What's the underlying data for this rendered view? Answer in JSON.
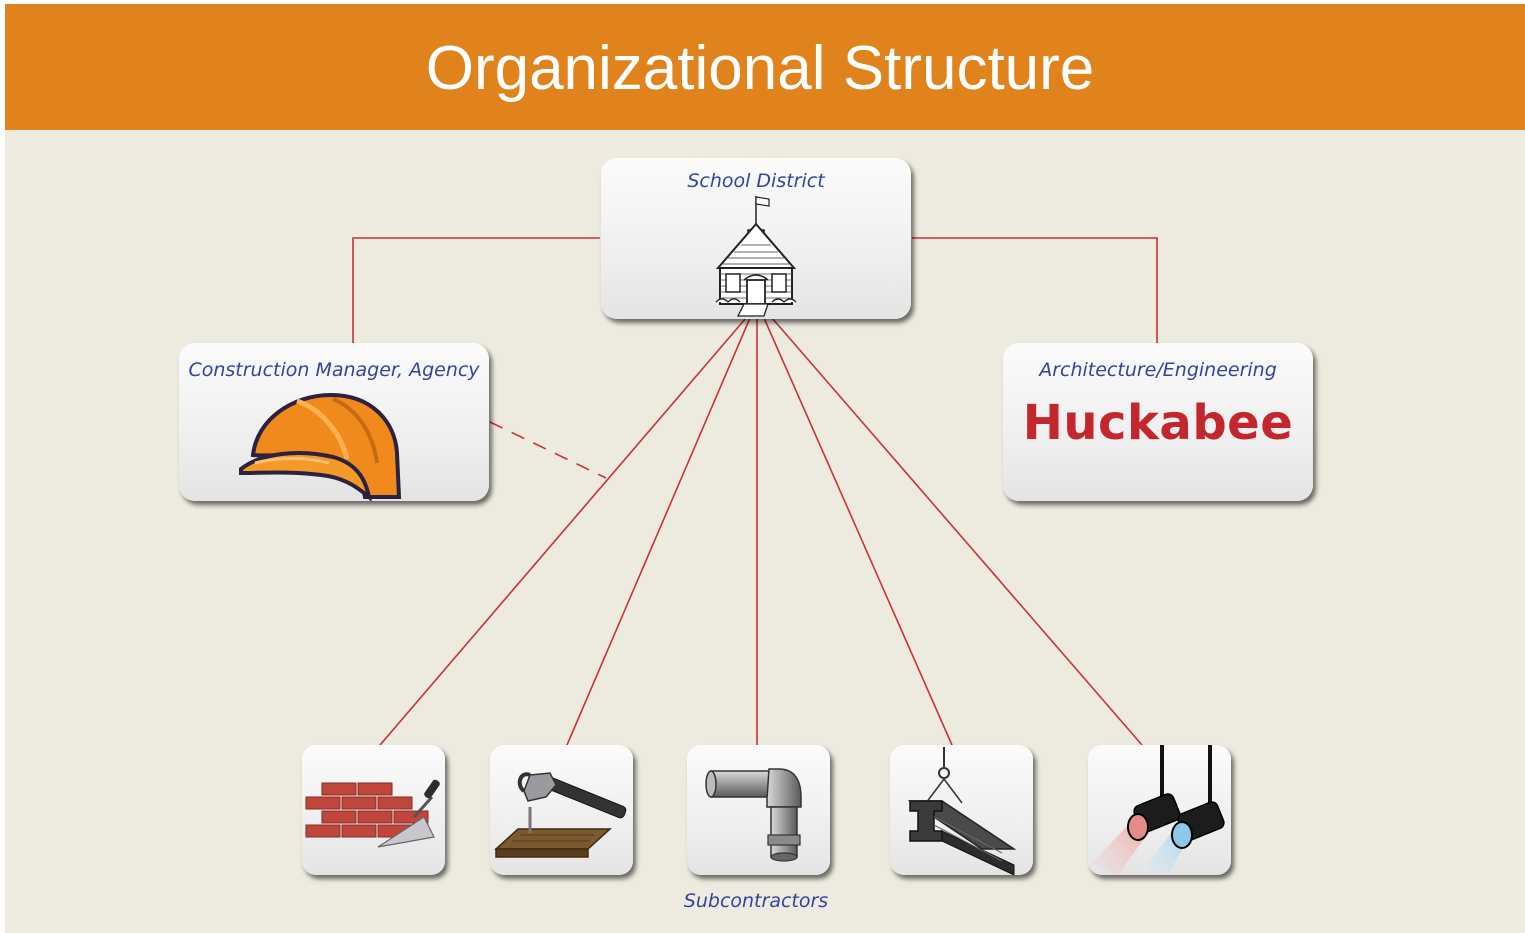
{
  "header": {
    "title": "Organizational Structure"
  },
  "nodes": {
    "school_district": {
      "label": "School District",
      "icon": "schoolhouse-icon"
    },
    "construction_manager": {
      "label": "Construction Manager, Agency",
      "icon": "hard-hat-icon"
    },
    "architecture": {
      "label": "Architecture/Engineering",
      "brand": "Huckabee"
    }
  },
  "subcontractors": {
    "label": "Subcontractors",
    "items": [
      {
        "icon": "brick-trowel-icon"
      },
      {
        "icon": "hammer-wood-icon"
      },
      {
        "icon": "pipe-elbow-icon"
      },
      {
        "icon": "steel-beam-icon"
      },
      {
        "icon": "stage-lights-icon"
      }
    ]
  },
  "colors": {
    "header": "#e0831c",
    "background": "#edeadf",
    "line": "#c8333a",
    "label": "#3443a0",
    "brand": "#c3272d"
  }
}
